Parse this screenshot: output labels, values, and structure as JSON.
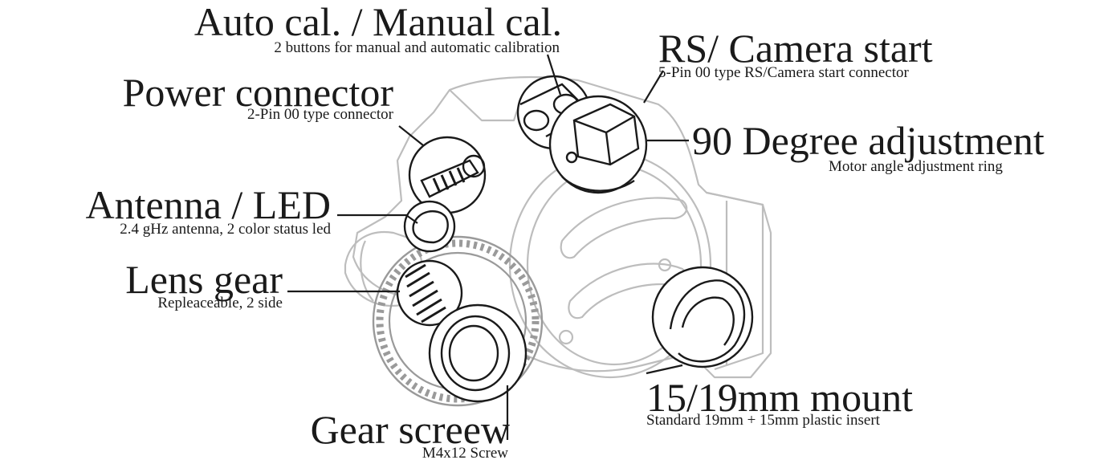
{
  "colors": {
    "ink": "#1a1a1a",
    "line_art": "#bdbdbd",
    "line_art_dark": "#8a8a8a",
    "background": "#ffffff"
  },
  "callouts": {
    "auto_cal": {
      "title": "Auto cal. / Manual cal.",
      "subtitle": "2 buttons for manual and automatic calibration"
    },
    "power_connector": {
      "title": "Power connector",
      "subtitle": "2-Pin 00 type connector"
    },
    "antenna_led": {
      "title": "Antenna / LED",
      "subtitle": "2.4 gHz antenna, 2 color status led"
    },
    "lens_gear": {
      "title": "Lens gear",
      "subtitle": "Repleaceable, 2 side"
    },
    "gear_screw": {
      "title": "Gear screew",
      "subtitle": "M4x12 Screw"
    },
    "rs_camera_start": {
      "title": "RS/ Camera start",
      "subtitle": "5-Pin 00 type RS/Camera start connector"
    },
    "degree_adjustment": {
      "title": "90 Degree adjustment",
      "subtitle": "Motor angle adjustment ring"
    },
    "mount": {
      "title": "15/19mm mount",
      "subtitle": "Standard 19mm + 15mm plastic insert"
    }
  }
}
